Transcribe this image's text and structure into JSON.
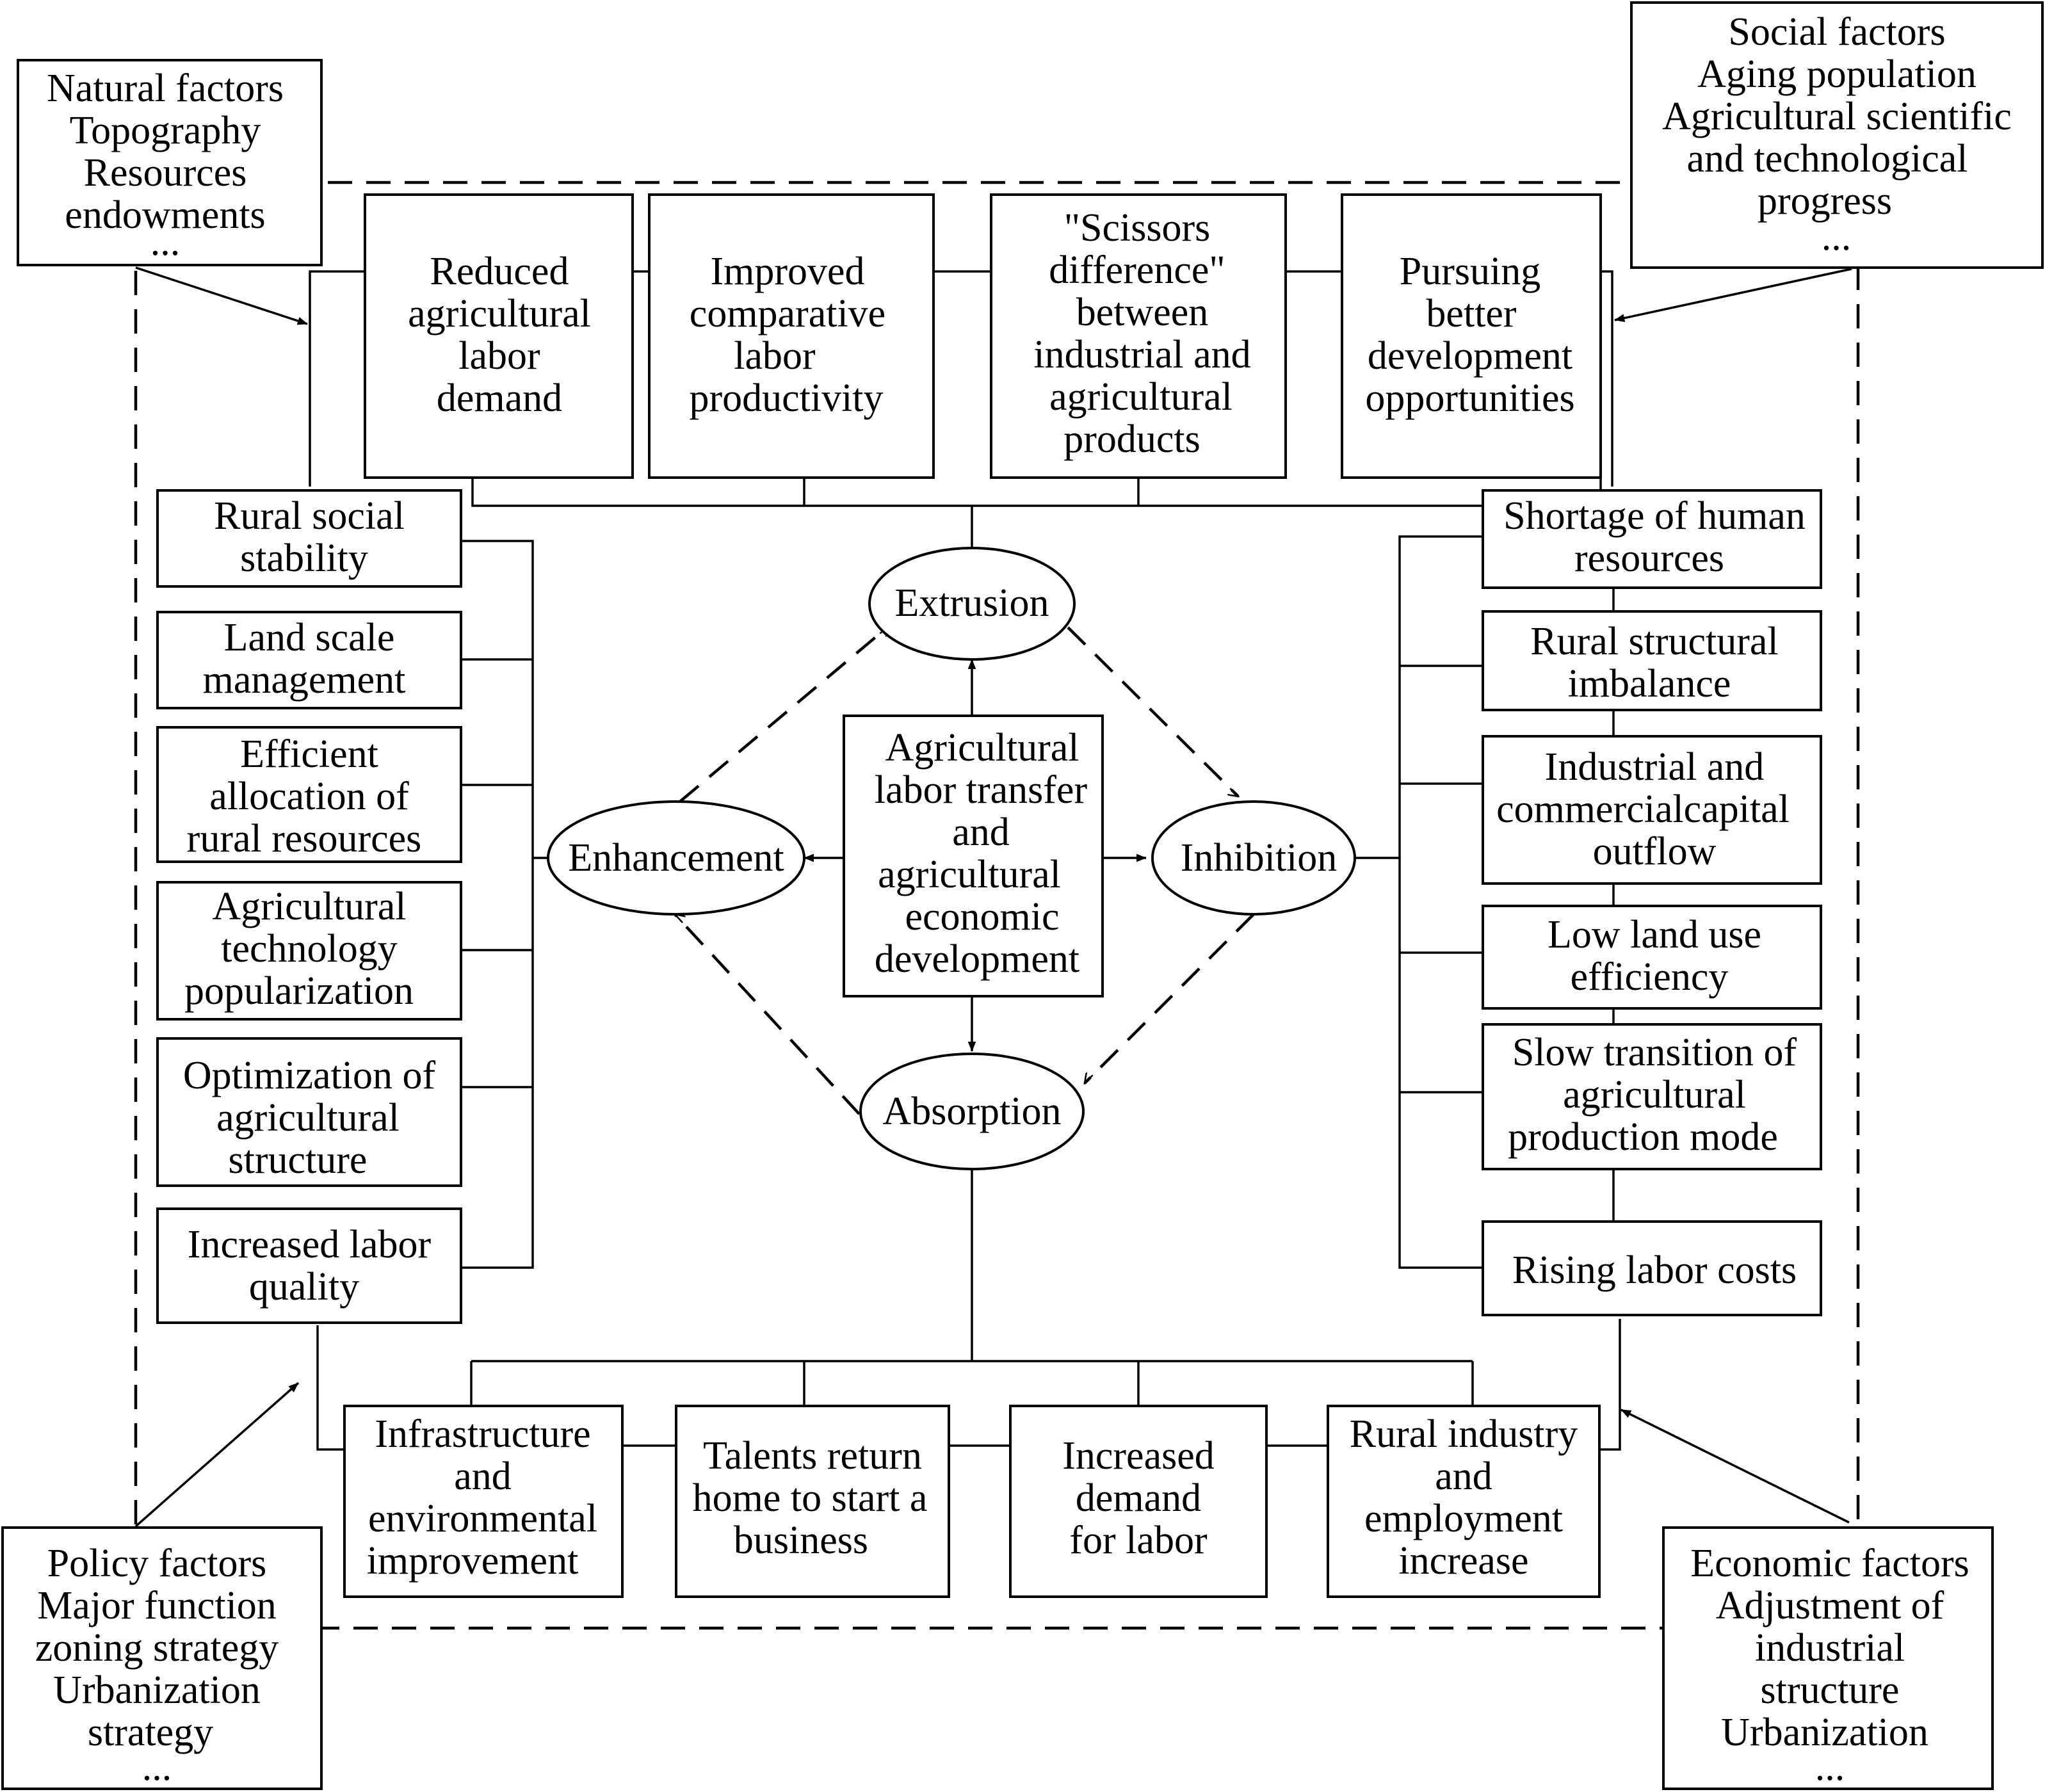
{
  "corners": {
    "natural": [
      "Natural factors",
      "Topography",
      "Resources",
      "endowments",
      "..."
    ],
    "social": [
      "Social factors",
      "Aging population",
      "Agricultural scientific",
      "and technological",
      "progress",
      "..."
    ],
    "policy": [
      "Policy factors",
      "Major function",
      "zoning strategy",
      "Urbanization",
      "strategy",
      "..."
    ],
    "economic": [
      "Economic factors",
      "Adjustment of",
      "industrial",
      "structure",
      "Urbanization",
      "..."
    ]
  },
  "top_boxes": [
    [
      "Reduced",
      "agricultural",
      "labor",
      "demand"
    ],
    [
      "Improved",
      "comparative",
      "labor",
      "productivity"
    ],
    [
      "\"Scissors",
      "difference\"",
      "between",
      "industrial and",
      "agricultural",
      "products"
    ],
    [
      "Pursuing",
      "better",
      "development",
      "opportunities"
    ]
  ],
  "left_boxes": [
    [
      "Rural social",
      "stability"
    ],
    [
      "Land scale",
      "management"
    ],
    [
      "Efficient",
      "allocation of",
      "rural resources"
    ],
    [
      "Agricultural",
      "technology",
      "popularization"
    ],
    [
      "Optimization of",
      "agricultural",
      "structure"
    ],
    [
      "Increased labor",
      "quality"
    ]
  ],
  "right_boxes": [
    [
      "Shortage of human",
      "resources"
    ],
    [
      "Rural structural",
      "imbalance"
    ],
    [
      "Industrial and",
      "commercialcapital",
      "outflow"
    ],
    [
      "Low land use",
      "efficiency"
    ],
    [
      "Slow transition of",
      "agricultural",
      "production mode"
    ],
    [
      "Rising labor costs"
    ]
  ],
  "bottom_boxes": [
    [
      "Infrastructure",
      "and",
      "environmental",
      "improvement"
    ],
    [
      "Talents return",
      "home to start a",
      "business"
    ],
    [
      "Increased",
      "demand",
      "for labor"
    ],
    [
      "Rural industry",
      "and",
      "employment",
      "increase"
    ]
  ],
  "center": [
    "Agricultural",
    "labor transfer",
    "and",
    "agricultural",
    "economic",
    "development"
  ],
  "ellipses": {
    "extrusion": "Extrusion",
    "inhibition": "Inhibition",
    "absorption": "Absorption",
    "enhancement": "Enhancement"
  }
}
